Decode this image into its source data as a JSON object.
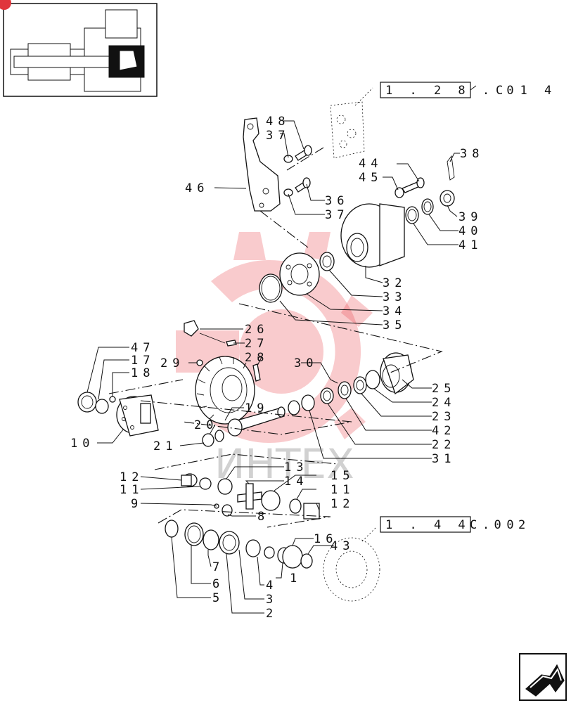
{
  "watermark": {
    "text": "ИНТЕХ"
  },
  "thumbnail": {
    "badge": ""
  },
  "references": [
    {
      "code": "1 . 2 8 . 0",
      "suffix": "C  1 4"
    },
    {
      "code": "1 . 4 4 . 0",
      "suffix": "C  0 2"
    }
  ],
  "labels": [
    "48",
    "37",
    "46",
    "36",
    "37",
    "44",
    "45",
    "38",
    "39",
    "40",
    "41",
    "32",
    "33",
    "34",
    "35",
    "26",
    "27",
    "28",
    "29",
    "30",
    "47",
    "17",
    "18",
    "10",
    "19",
    "20",
    "21",
    "25",
    "24",
    "23",
    "42",
    "22",
    "31",
    "13",
    "12",
    "11",
    "14",
    "15",
    "11",
    "12",
    "9",
    "8",
    "16",
    "43",
    "7",
    "6",
    "5",
    "1",
    "4",
    "3",
    "2"
  ],
  "nav": {
    "icon": "next-page-arrow-icon"
  }
}
